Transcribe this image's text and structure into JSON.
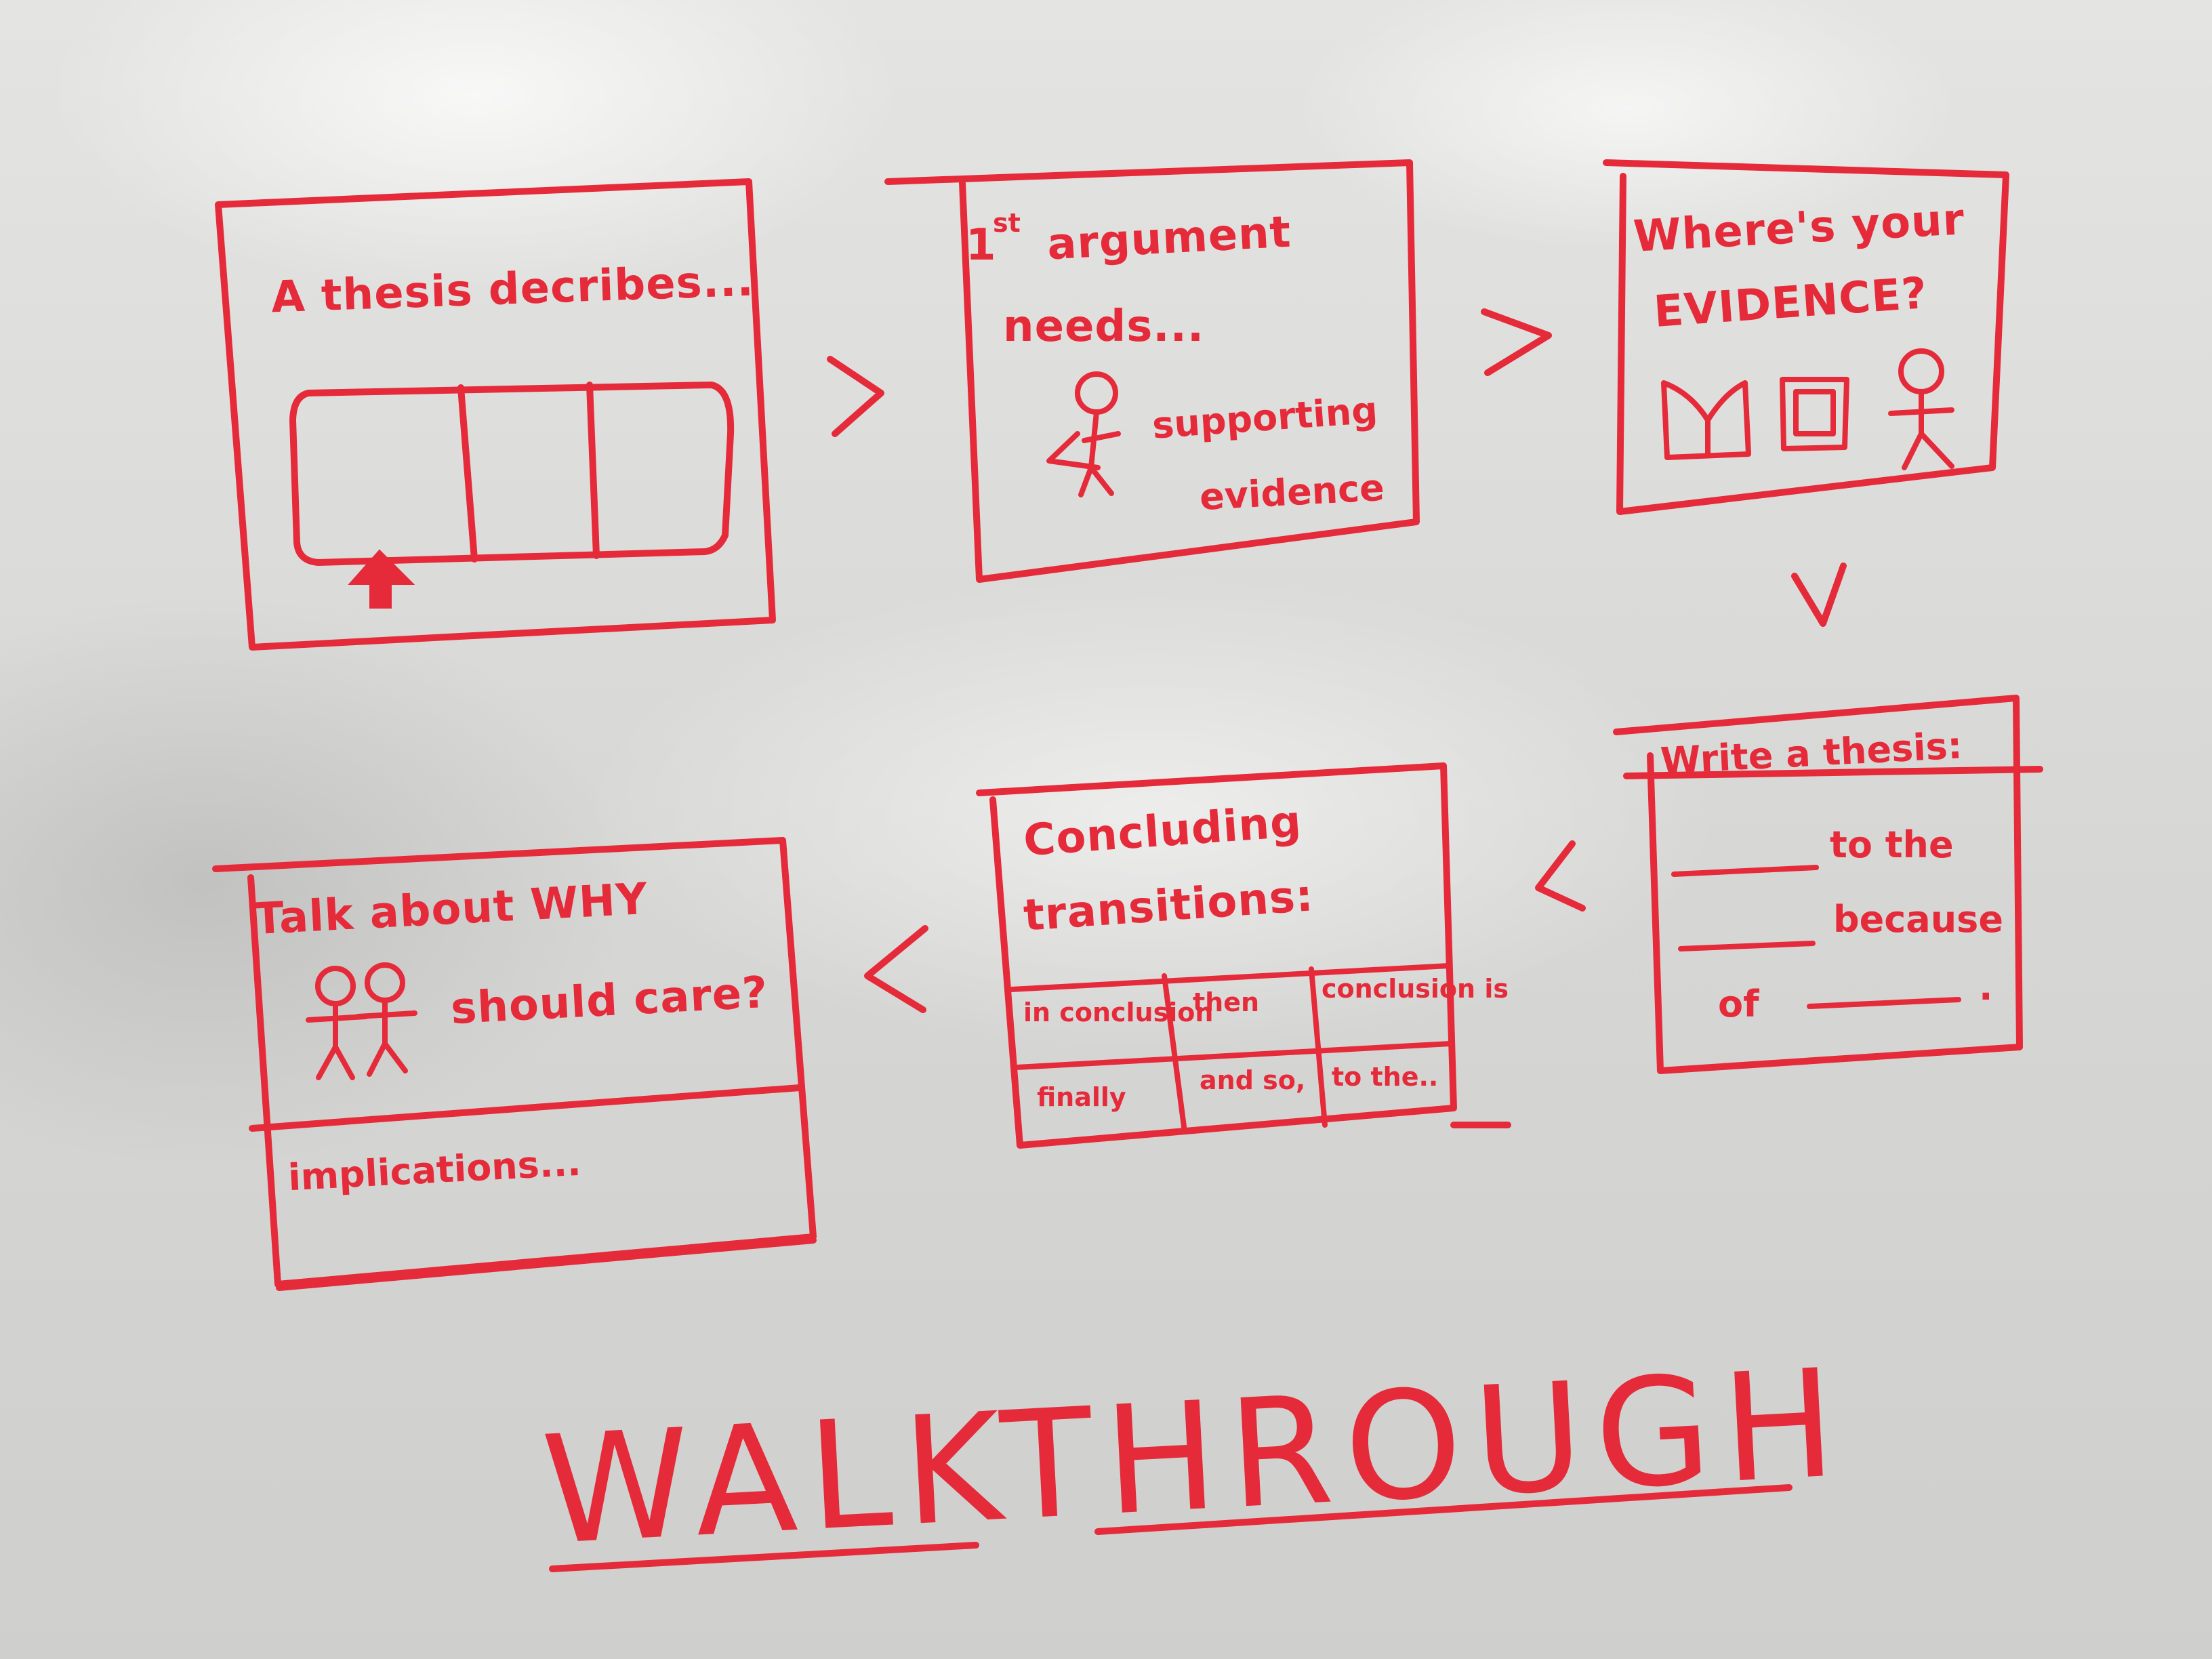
{
  "title": "WALKTHROUGH",
  "frames": [
    {
      "id": 1,
      "heading": "A thesis decribes..."
    },
    {
      "id": 2,
      "heading_sup": "st",
      "heading_num": "1",
      "heading": "argument",
      "heading_line2": "needs...",
      "caption_line1": "supporting",
      "caption_line2": "evidence"
    },
    {
      "id": 3,
      "heading": "Where's your",
      "heading_line2": "EVIDENCE?"
    },
    {
      "id": 4,
      "heading": "Write a thesis:",
      "line1": "to the",
      "line2": "because",
      "line3_pre": "of",
      "line3_post": "."
    },
    {
      "id": 5,
      "heading": "Concluding",
      "heading_line2": "transitions:",
      "cells": [
        "in conclusion",
        "then",
        "conclusion is",
        "finally",
        "and so,",
        "to the.."
      ]
    },
    {
      "id": 6,
      "heading": "Talk about WHY",
      "line2": "should care?",
      "footer": "implications..."
    }
  ],
  "arrows": [
    ">",
    ">",
    "V",
    "<",
    "<"
  ],
  "ink_color": "#e52a3a"
}
